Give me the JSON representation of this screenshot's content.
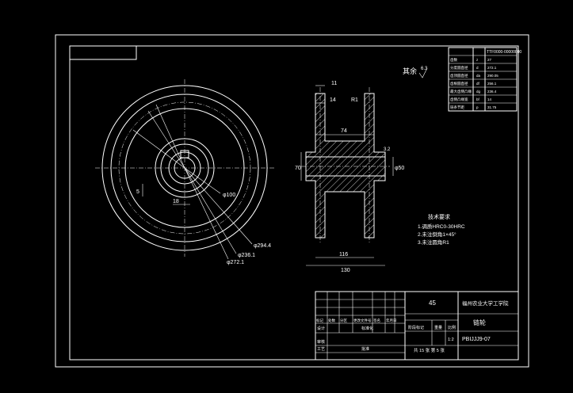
{
  "surface_finish": {
    "label": "其余",
    "value": "6.3"
  },
  "params_table": {
    "header": "TTF0000-00000000",
    "rows": [
      {
        "name": "齿数",
        "symbol": "z",
        "value": "27"
      },
      {
        "name": "分度圆直径",
        "symbol": "d",
        "value": "272.1"
      },
      {
        "name": "齿顶圆直径",
        "symbol": "da",
        "value": "290.05"
      },
      {
        "name": "齿根圆直径",
        "symbol": "df",
        "value": "256.1"
      },
      {
        "name": "最大齿侧凸缘",
        "symbol": "dg",
        "value": "236.4"
      },
      {
        "name": "齿侧凸缘宽",
        "symbol": "bf",
        "value": "14"
      },
      {
        "name": "链条节距",
        "symbol": "p",
        "value": "31.75"
      }
    ]
  },
  "front_view": {
    "dim_100": "φ100",
    "dim_2944": "φ294.4",
    "dim_2721": "φ272.1",
    "dim_2361": "φ236.1",
    "dim_5": "5",
    "dim_18": "18"
  },
  "section_view": {
    "dim_11": "11",
    "dim_14": "14",
    "dim_74": "74",
    "dim_70": "70",
    "dim_50": "φ50",
    "dim_116": "116",
    "dim_130": "130",
    "radius": "R1",
    "roughness": "3.2"
  },
  "tech_requirements": {
    "title": "技术要求",
    "items": [
      "1.调质HRC0-30HRC",
      "2.未注倒角1×45°",
      "3.未注圆角R1"
    ]
  },
  "title_block": {
    "scale_num": "45",
    "school": "福州农业大学工学院",
    "part_name": "链轮",
    "drawing_no": "PBIJJJ9-07",
    "scale": "1:2",
    "sheet": "共 15 张  第 5 张",
    "row_labels": [
      "标记",
      "处数",
      "分区",
      "更改文件号",
      "签名",
      "年月日"
    ],
    "design_label": "设计",
    "std_label": "标准化",
    "review_label": "审核",
    "craft_label": "工艺",
    "approve_label": "批准",
    "stage_label": "阶段标记",
    "weight_label": "重量",
    "ratio_label": "比例"
  }
}
